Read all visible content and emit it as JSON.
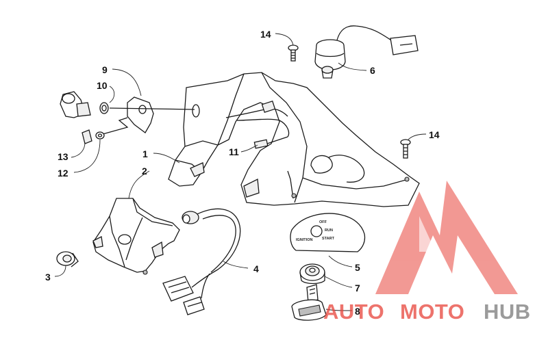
{
  "callouts": {
    "c1": "1",
    "c2": "2",
    "c3": "3",
    "c4": "4",
    "c5": "5",
    "c6": "6",
    "c7": "7",
    "c8": "8",
    "c9": "9",
    "c10": "10",
    "c11": "11",
    "c12": "12",
    "c13": "13",
    "c14a": "14",
    "c14b": "14"
  },
  "switch_plate": {
    "off": "OFF",
    "run": "RUN",
    "start": "START",
    "ignition": "IGNITION"
  },
  "watermark": {
    "part1": "AUTO",
    "part2": "MOTO",
    "part3": "HUB",
    "color_red": "#e8453c",
    "color_gray": "#8a8a8a"
  }
}
